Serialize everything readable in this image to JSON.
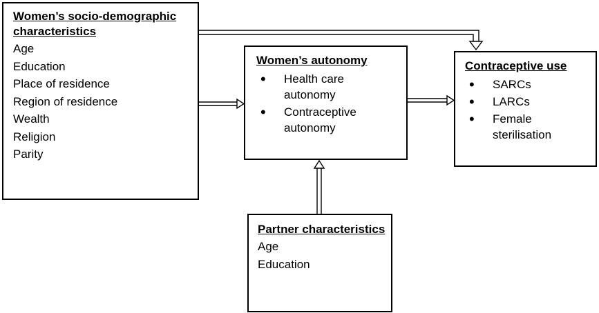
{
  "socio_box": {
    "title_line1": "Women’s socio-demographic",
    "title_line2": "characteristics",
    "items": [
      "Age",
      "Education",
      "Place of residence",
      "Region of residence",
      "Wealth",
      "Religion",
      "Parity"
    ]
  },
  "autonomy_box": {
    "title": "Women’s autonomy",
    "items": [
      [
        "Health care",
        "autonomy"
      ],
      [
        "Contraceptive",
        "autonomy"
      ]
    ]
  },
  "contraceptive_box": {
    "title": "Contraceptive use",
    "items": [
      [
        "SARCs"
      ],
      [
        "LARCs"
      ],
      [
        "Female",
        "sterilisation"
      ]
    ]
  },
  "partner_box": {
    "title": "Partner characteristics",
    "items": [
      "Age",
      "Education"
    ]
  }
}
